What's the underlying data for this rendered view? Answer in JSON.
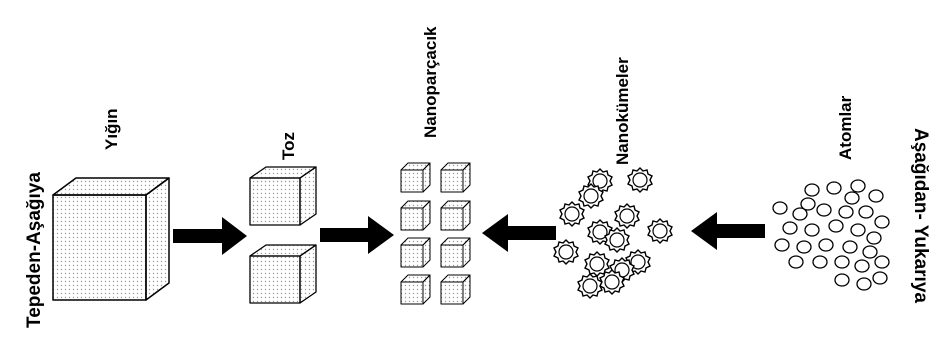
{
  "labels": {
    "top_down": "Tepeden-Aşağıya",
    "bottom_up": "Aşağıdan- Yukarıya",
    "bulk": "Yığın",
    "powder": "Toz",
    "nanoparticle": "Nanoparçacık",
    "nanoclusters": "Nanokümeler",
    "atoms": "Atomlar"
  },
  "colors": {
    "ink": "#000000",
    "dots": "#9a9a9a",
    "background": "#ffffff"
  },
  "icons": [
    "cube",
    "arrow-right",
    "arrow-left",
    "spiky-sphere",
    "circle"
  ]
}
